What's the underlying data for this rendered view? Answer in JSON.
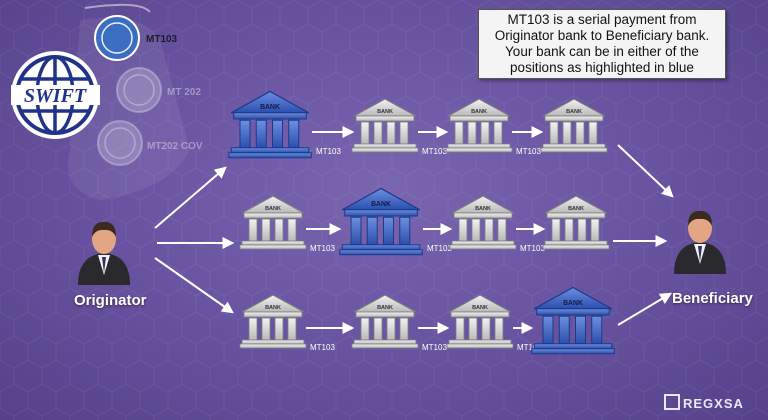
{
  "info_box": {
    "lines": [
      "MT103 is a serial payment from",
      "Originator bank to Beneficiary bank.",
      "Your bank can be in either of the",
      "positions as highlighted in blue"
    ]
  },
  "menu": {
    "items": [
      {
        "label": "MT103",
        "active": true
      },
      {
        "label": "MT 202",
        "active": false
      },
      {
        "label": "MT202 COV",
        "active": false
      }
    ]
  },
  "logo": {
    "text": "SWIFT"
  },
  "originator": {
    "label": "Originator"
  },
  "beneficiary": {
    "label": "Beneficiary"
  },
  "bank_label": "BANK",
  "connector_label": "MT103",
  "rows": [
    {
      "banks": [
        "blue",
        "grey",
        "grey",
        "grey"
      ]
    },
    {
      "banks": [
        "grey",
        "blue",
        "grey",
        "grey"
      ]
    },
    {
      "banks": [
        "grey",
        "grey",
        "grey",
        "blue"
      ]
    }
  ],
  "brand": {
    "text": "REGXSA"
  },
  "colors": {
    "highlight_bank": "#3f67c9",
    "plain_bank": "#d9d9d9",
    "background": "#6a55a3"
  }
}
